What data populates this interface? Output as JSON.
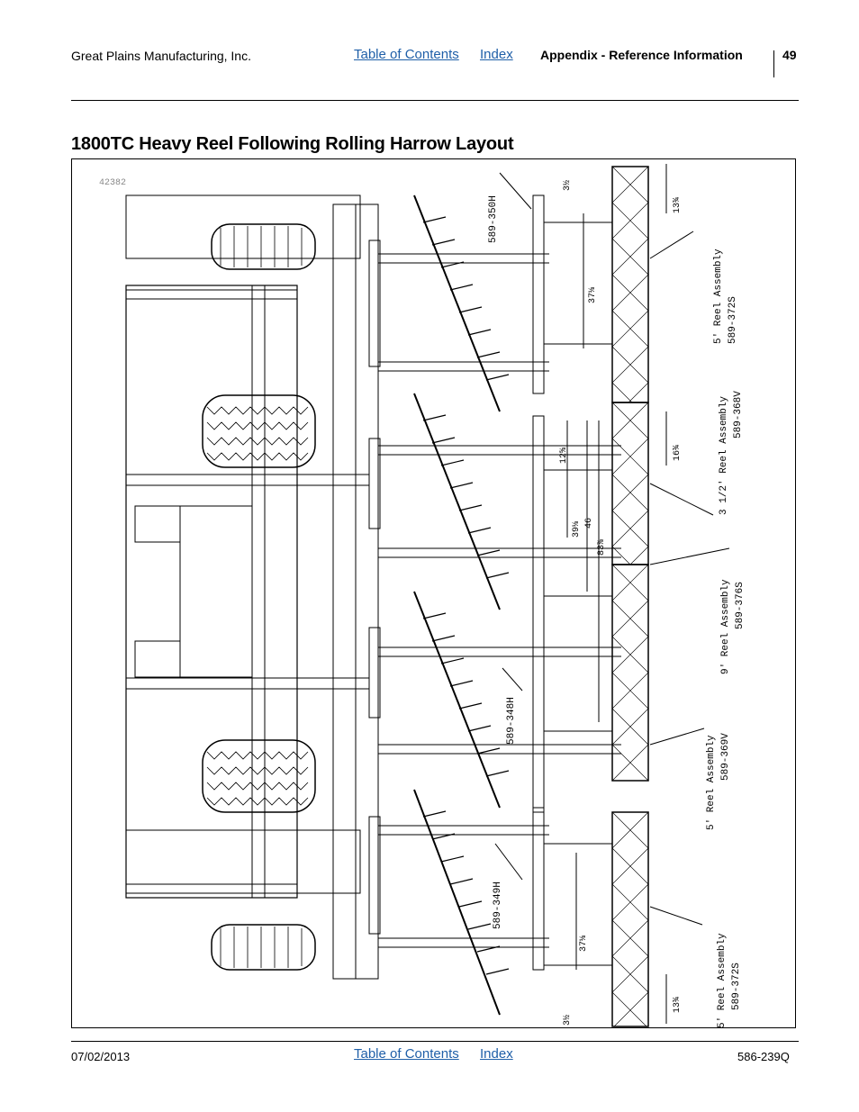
{
  "header": {
    "company": "Great Plains Manufacturing, Inc.",
    "toc_link": "Table of Contents",
    "index_link": "Index",
    "section": "Appendix - Reference Information",
    "page_number": "49"
  },
  "page_title": "1800TC Heavy Reel Following Rolling Harrow Layout",
  "figure": {
    "figure_id": "42382",
    "callouts": {
      "part_350H": "589-350H",
      "part_348H": "589-348H",
      "part_349H": "589-349H",
      "reel_top": {
        "line1": "5' Reel Assembly",
        "line2": "589-372S"
      },
      "reel_368V": {
        "line1": "3 1/2' Reel Assembly",
        "line2": "589-368V"
      },
      "reel_376S": {
        "line1": "9' Reel Assembly",
        "line2": "589-376S"
      },
      "reel_369V": {
        "line1": "5' Reel Assembly",
        "line2": "589-369V"
      },
      "reel_bottom": {
        "line1": "5' Reel Assembly",
        "line2": "589-372S"
      }
    },
    "dimensions": {
      "d_top_half": "3½",
      "d_top_13": "13¾",
      "d_top_37": "37⅛",
      "d_16": "16¾",
      "d_125": "12⅝",
      "d_39": "39⅛",
      "d_46": "46",
      "d_83": "83⅞",
      "d_bot_37": "37⅛",
      "d_bot_half": "3½",
      "d_bot_13": "13¾"
    }
  },
  "footer": {
    "date": "07/02/2013",
    "toc_link": "Table of Contents",
    "index_link": "Index",
    "doc_number": "586-239Q"
  }
}
